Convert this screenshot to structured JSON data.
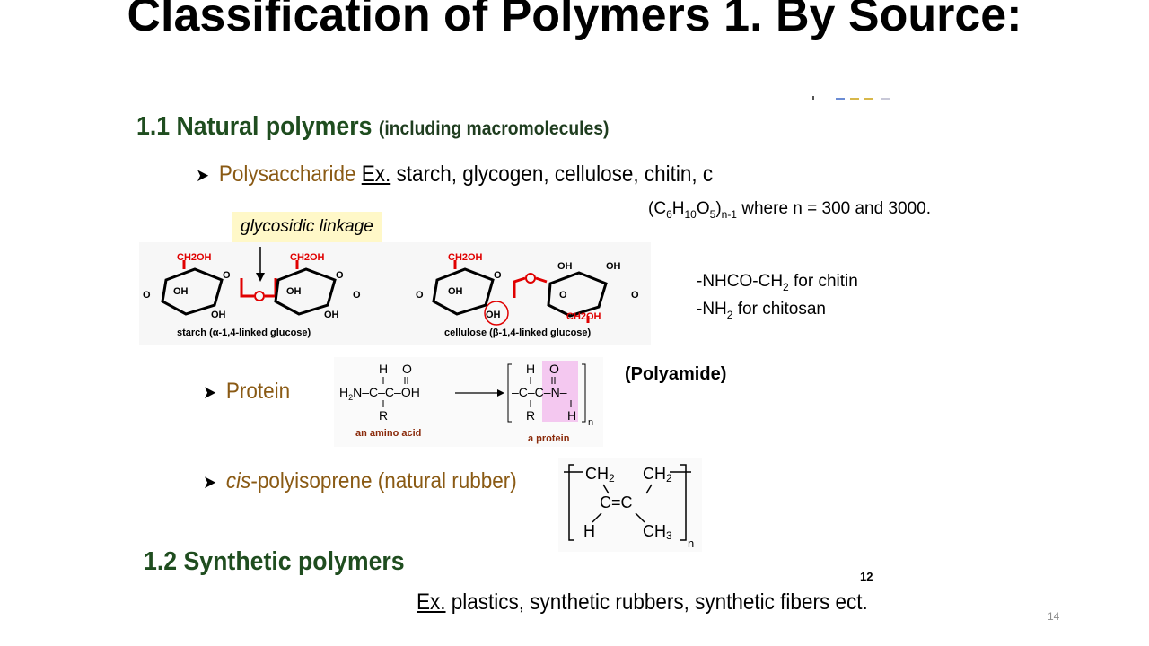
{
  "slide": {
    "title": "Classification of Polymers 1. By Source:",
    "page_number": "14",
    "inner_page_number": "12"
  },
  "natural": {
    "heading": "1.1 Natural polymers",
    "heading_note": "(including macromolecules)",
    "polysaccharide": {
      "label": "Polysaccharide",
      "ex_label": "Ex.",
      "examples": "starch, glycogen, cellulose, chitin, c",
      "formula_tail": "where n = 300 and 3000.",
      "glycosidic_label": "glycosidic linkage",
      "starch_caption_pre": "starch (",
      "starch_caption_greek": "α",
      "starch_caption_post": "-1,4-linked glucose)",
      "cellulose_caption_pre": "cellulose (",
      "cellulose_caption_greek": "β",
      "cellulose_caption_post": "-1,4-linked glucose)",
      "group_ch2oh": "CH2OH",
      "group_oh": "OH",
      "group_o": "O",
      "chitin_line": "-NHCO-CH",
      "chitin_tail": "for chitin",
      "chitosan_line": "-NH",
      "chitosan_tail": "for chitosan"
    },
    "protein": {
      "label": "Protein",
      "type_note": "(Polyamide)",
      "amino_acid_caption": "an amino acid",
      "protein_caption": "a protein"
    },
    "rubber": {
      "label_italic": "cis",
      "label_rest": "-polyisoprene (natural rubber)"
    }
  },
  "synthetic": {
    "heading": "1.2 Synthetic polymers",
    "ex_label": "Ex.",
    "examples": "plastics, synthetic rubbers, synthetic fibers ect."
  },
  "colors": {
    "heading_green": "#1f4d1f",
    "label_brown": "#8a5a14",
    "bond_red": "#e00000",
    "highlight_yellow": "#fff8c8",
    "highlight_pink": "#f4c8f0"
  }
}
